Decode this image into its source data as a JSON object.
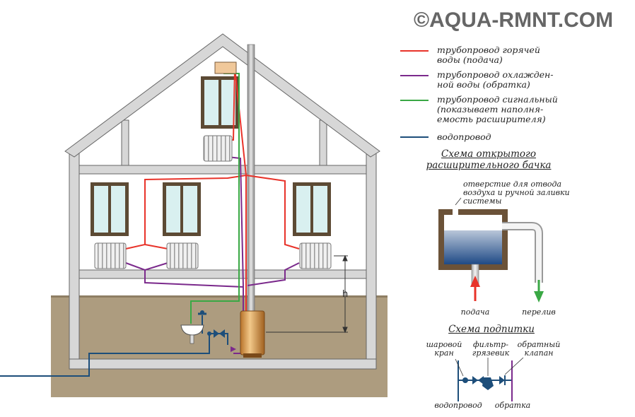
{
  "watermark": "©AQUA-RMNT.COM",
  "colors": {
    "hot_supply": "#e8332a",
    "cold_return": "#7b2a8c",
    "signal": "#3aa845",
    "water_main": "#1d4e7a"
  },
  "legend": [
    {
      "text": "трубопровод горячей\nводы (подача)",
      "color": "#e8332a"
    },
    {
      "text": "трубопровод охлажден-\nной воды (обратка)",
      "color": "#7b2a8c"
    },
    {
      "text": "трубопровод сигнальный\n(показывает наполня-\nемость расширителя)",
      "color": "#3aa845"
    },
    {
      "text": "водопровод",
      "color": "#1d4e7a"
    }
  ],
  "tank_scheme": {
    "title": "Схема открытого\nрасширительного бачка",
    "vent_label": "отверстие для отвода\nвоздуха и ручной заливки\nсистемы",
    "inlet_label": "подача",
    "overflow_label": "перелив"
  },
  "feed_scheme": {
    "title": "Схема подпитки",
    "ball_valve": "шаровой\nкран",
    "filter": "фильтр-\nгрязевик",
    "check_valve": "обратный\nклапан",
    "water_main": "водопровод",
    "return": "обратка"
  },
  "height_label": "h"
}
